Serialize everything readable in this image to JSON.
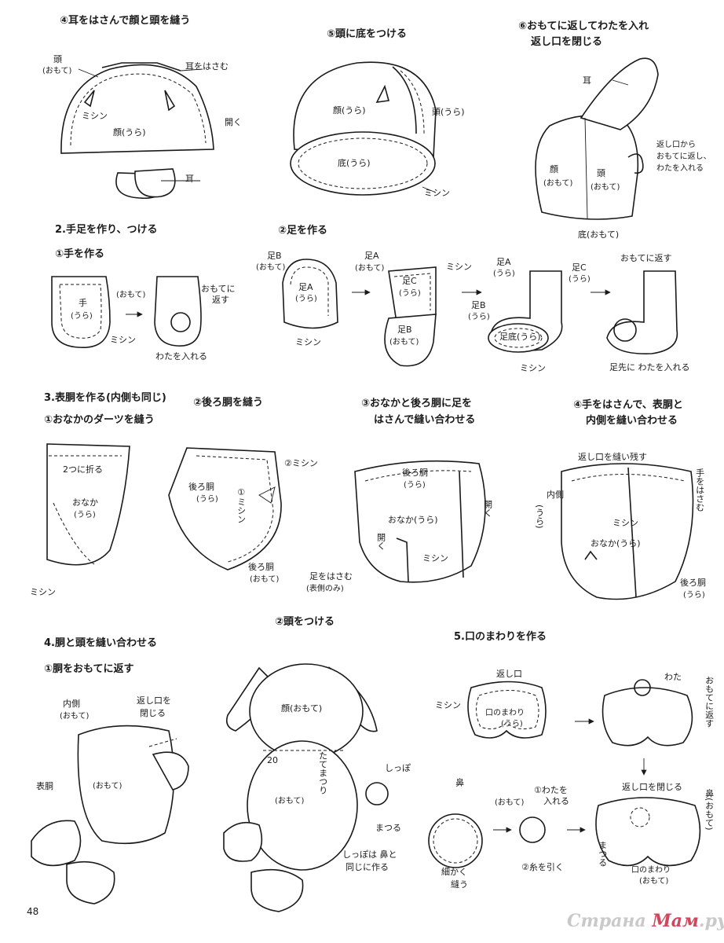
{
  "page_number": "48",
  "watermark": {
    "part1": "Страна ",
    "part2": "Мам",
    "part3": ".ру"
  },
  "section_head": {
    "step4": "④耳をはさんで顔と頭を縫う",
    "step5": "⑤頭に底をつける",
    "step6_line1": "⑥おもてに返してわたを入れ",
    "step6_line2": "返し口を閉じる",
    "labels": {
      "atama": "頭",
      "omote": "(おもて)",
      "mimi_hasamu": "耳をはさむ",
      "mishin": "ミシン",
      "kao_ura": "顔(うら)",
      "hiraku": "開く",
      "mimi": "耳",
      "kao_ura2": "顔(うら)",
      "atama_ura": "頭(うら)",
      "soko_ura": "底(うら)",
      "mimi2": "耳",
      "kaeshi1": "返し口から",
      "kaeshi2": "おもてに返し、",
      "kaeshi3": "わたを入れる",
      "kao": "顔",
      "atama2": "頭",
      "soko_omote": "底(おもて)"
    }
  },
  "section2": {
    "title": "2.手足を作り、つける",
    "sub1": "①手を作る",
    "sub2": "②足を作る",
    "labels": {
      "te": "手",
      "ura": "(うら)",
      "omote": "(おもて)",
      "omote_kaesu1": "おもてに",
      "omote_kaesu2": "返す",
      "mishin": "ミシン",
      "wata": "わたを入れる",
      "ashiB": "足B",
      "ashiA": "足A",
      "ashiC": "足C",
      "ashizoko": "足底(うら)",
      "omote_kaesu": "おもてに返す",
      "ashisaki": "足先に わたを入れる"
    }
  },
  "section3": {
    "title": "3.表胴を作る(内側も同じ)",
    "sub1": "①おなかのダーツを縫う",
    "sub2": "②後ろ胴を縫う",
    "sub3_line1": "③おなかと後ろ胴に足を",
    "sub3_line2": "はさんで縫い合わせる",
    "sub4_line1": "④手をはさんで、表胴と",
    "sub4_line2": "内側を縫い合わせる",
    "labels": {
      "futatsu": "2つに折る",
      "onaka": "おなか",
      "ura": "(うら)",
      "mishin": "ミシン",
      "ushiro": "後ろ胴",
      "omote": "(おもて)",
      "mishin2": "②ミシン",
      "mishin1": "①ミシン",
      "onaka_ura": "おなか(うら)",
      "hiraku": "開く",
      "ashi_hasamu": "足をはさむ",
      "hyou_nomi": "(表側のみ)",
      "kaeshi_nokosu": "返し口を縫い残す",
      "uchigawa": "内側",
      "te_hasamu": "手をはさむ"
    }
  },
  "section4": {
    "title": "4.胴と頭を縫い合わせる",
    "sub1": "①胴をおもてに返す",
    "sub2": "②頭をつける",
    "labels": {
      "uchigawa": "内側",
      "omote": "(おもて)",
      "kaeshi_tojiru1": "返し口を",
      "kaeshi_tojiru2": "閉じる",
      "hyoudou": "表胴",
      "kao_omote": "顔(おもて)",
      "twenty": "20",
      "tatematsuri": "たてまつり",
      "shippo": "しっぽ",
      "matsuru": "まつる",
      "shippo_note1": "しっぽは 鼻と",
      "shippo_note2": "同じに作る"
    }
  },
  "section5": {
    "title": "5.口のまわりを作る",
    "labels": {
      "kaeshiguchi": "返し口",
      "mishin": "ミシン",
      "kuchi": "口のまわり",
      "ura": "(うら)",
      "wata": "わた",
      "side": "おもてに返す",
      "kaeshi_tojiru": "返し口を閉じる",
      "hana": "鼻",
      "omote": "(おもて)",
      "wata_ireru1": "①わたを",
      "wata_ireru2": "入れる",
      "ito": "②糸を引く",
      "komakaku1": "細かく",
      "komakaku2": "縫う",
      "matsuru": "まつる",
      "kuchi_omote1": "口のまわり",
      "kuchi_omote2": "(おもて)",
      "hana_side": "鼻(おもて)"
    }
  }
}
